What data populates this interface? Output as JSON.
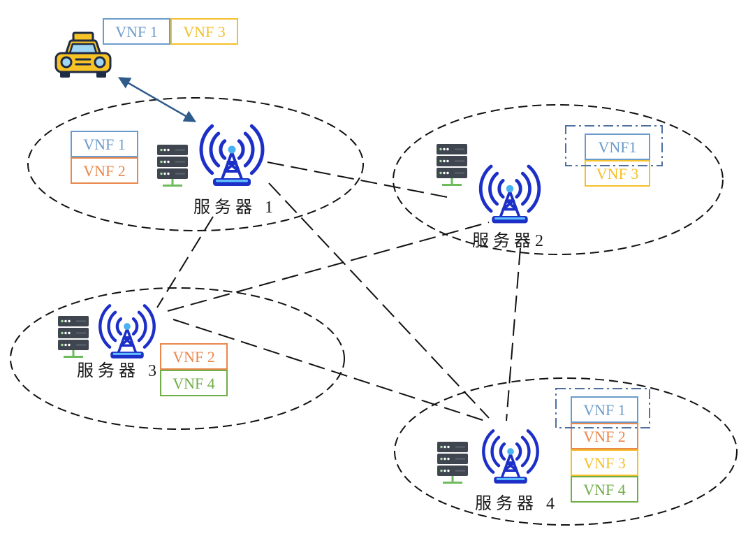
{
  "vehicle": {
    "vnfs": [
      "VNF 1",
      "VNF 3"
    ]
  },
  "servers": [
    {
      "label": "服务器 1",
      "vnfs": [
        "VNF 1",
        "VNF 2"
      ]
    },
    {
      "label": "服务器2",
      "vnfs": [
        "VNF1",
        "VNF 3"
      ]
    },
    {
      "label": "服务器 3",
      "vnfs": [
        "VNF 2",
        "VNF 4"
      ]
    },
    {
      "label": "服务器 4",
      "vnfs": [
        "VNF 1",
        "VNF 2",
        "VNF 3",
        "VNF 4"
      ]
    }
  ],
  "vnf_colors": {
    "1": "#6b9bcb",
    "2": "#e9874c",
    "3": "#f4c02a",
    "4": "#70ad47"
  },
  "colors": {
    "tower": "#1c2fc7",
    "arrow": "#2f5b8a",
    "link": "#111111",
    "frame": "#4f6f9f"
  },
  "icons": {
    "vehicle": "taxi-icon",
    "server": "server-rack-icon",
    "base_station": "antenna-tower-icon"
  }
}
